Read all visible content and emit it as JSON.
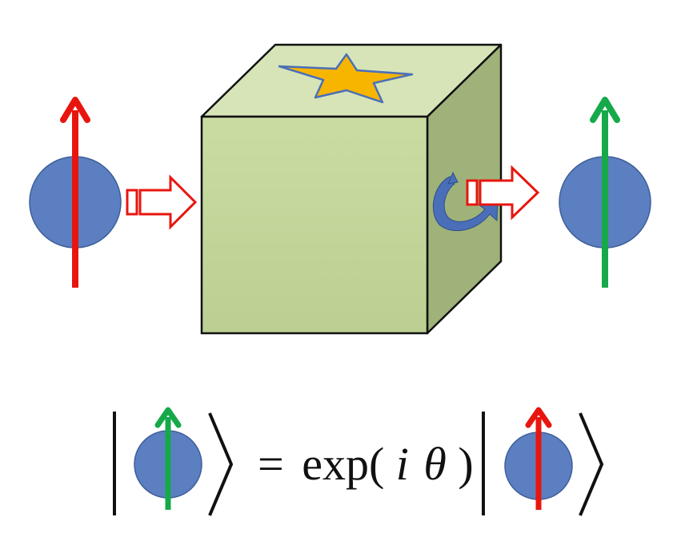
{
  "colors": {
    "sphere_fill": "#5b7fc0",
    "sphere_stroke": "#3f5f9a",
    "arrow_before": "#e8150f",
    "arrow_after": "#16a94a",
    "cube_front": "#c4d79b",
    "cube_top": "#d6e4b8",
    "cube_side": "#9fb279",
    "cube_edge": "#111111",
    "star_fill": "#f7b500",
    "star_stroke": "#4a6fb8",
    "rotation_arrow": "#4a6fb8",
    "block_arrow_stroke": "#e8150f",
    "block_arrow_fill": "#ffffff"
  },
  "icons": {
    "input_spin": "sphere-with-red-arrow-icon",
    "output_spin": "sphere-with-green-arrow-icon",
    "box": "cube-icon",
    "star": "star-icon",
    "rotation": "curved-rotation-arrow-icon"
  },
  "equation": {
    "operator": "=",
    "function": "exp(",
    "imaginary": "i",
    "phase": "θ",
    "close": ")"
  }
}
